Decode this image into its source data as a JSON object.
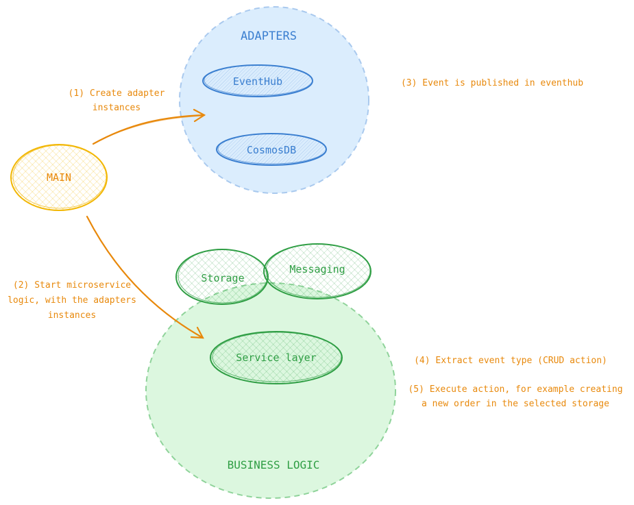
{
  "diagram": {
    "adapters": {
      "title": "ADAPTERS",
      "eventhub": "EventHub",
      "cosmosdb": "CosmosDB"
    },
    "main": {
      "label": "MAIN"
    },
    "business": {
      "title": "BUSINESS LOGIC",
      "storage": "Storage",
      "messaging": "Messaging",
      "service": "Service layer"
    },
    "notes": {
      "step1_line1": "(1) Create adapter",
      "step1_line2": "instances",
      "step2_line1": "(2) Start microservice",
      "step2_line2": "logic, with the adapters",
      "step2_line3": "instances",
      "step3": "(3) Event is published in eventhub",
      "step4": "(4) Extract event type (CRUD action)",
      "step5_line1": "(5) Execute action, for example creating",
      "step5_line2": "a new order in the selected storage"
    },
    "colors": {
      "blue_fill": "#dbedfd",
      "blue_stroke": "#3b7fd0",
      "blue_dash": "#a9c9ee",
      "green_fill": "#dcf7df",
      "green_stroke": "#2f9e44",
      "green_dash": "#8fd39a",
      "orange": "#e8890c",
      "yellow_fill": "#fff3bf"
    }
  }
}
